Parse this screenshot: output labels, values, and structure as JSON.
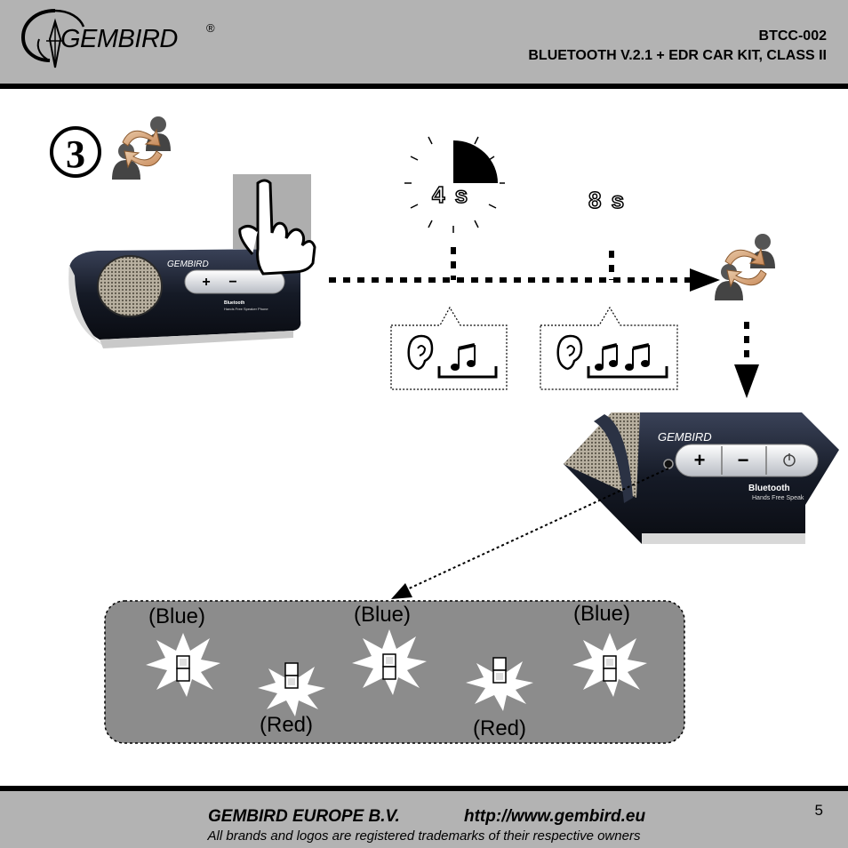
{
  "header": {
    "brand": "GEMBIRD",
    "registered_mark": "®",
    "model": "BTCC-002",
    "subtitle": "BLUETOOTH V.2.1 + EDR CAR KIT, CLASS II"
  },
  "step": {
    "number": "3",
    "timer_first": "4 s",
    "timer_second": "8 s"
  },
  "device": {
    "brand": "GEMBIRD",
    "plus_label": "+",
    "minus_label": "−",
    "label_line1": "Bluetooth",
    "label_line2": "Hands Free Speaker Phone",
    "zoom_label_line1": "Bluetooth",
    "zoom_label_line2": "Hands Free Speak"
  },
  "led_sequence": {
    "labels": [
      "(Blue)",
      "(Red)",
      "(Blue)",
      "(Red)",
      "(Blue)"
    ],
    "colors": {
      "panel": "#8c8c8c",
      "flash": "#ffffff"
    }
  },
  "footer": {
    "company": "GEMBIRD EUROPE B.V.",
    "url": "http://www.gembird.eu",
    "disclaimer": "All brands and logos are registered trademarks of their respective owners",
    "page_number": "5"
  },
  "colors": {
    "header_bg": "#b3b3b3",
    "device_body": "#1a1f2c",
    "led_panel": "#8c8c8c"
  }
}
